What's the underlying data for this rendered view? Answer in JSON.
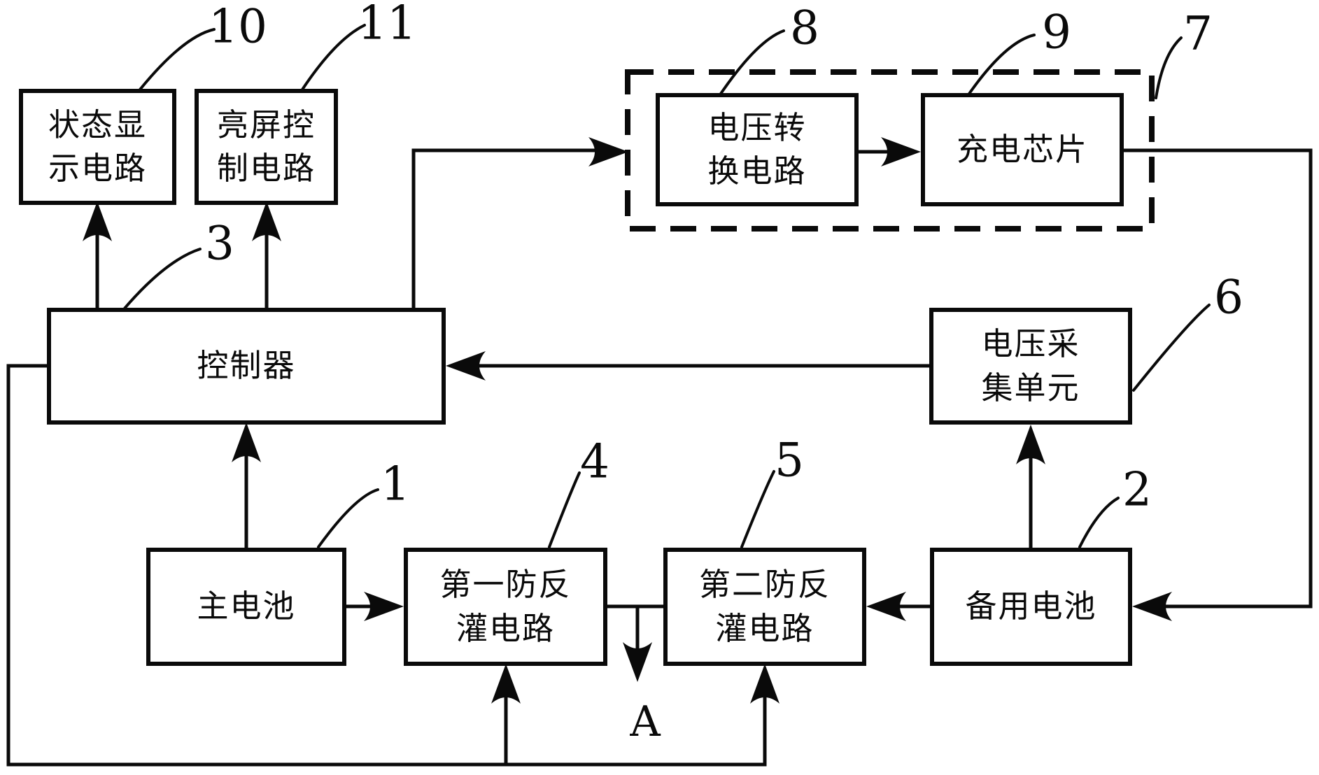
{
  "figure": {
    "type": "block-diagram",
    "description": "Dual battery power supply and charging control circuit block diagram",
    "colors": {
      "ink": "#0a0a0a",
      "background": "#ffffff"
    }
  },
  "boxes": {
    "status_display": {
      "line1": "状态显",
      "line2": "示电路",
      "ref": "10"
    },
    "screen_control": {
      "line1": "亮屏控",
      "line2": "制电路",
      "ref": "11"
    },
    "voltage_conversion": {
      "line1": "电压转",
      "line2": "换电路",
      "ref": "8"
    },
    "charging_chip": {
      "line1": "充电芯片",
      "ref": "9"
    },
    "charging_module": {
      "ref": "7"
    },
    "controller": {
      "line1": "控制器",
      "ref": "3"
    },
    "voltage_collection": {
      "line1": "电压采",
      "line2": "集单元",
      "ref": "6"
    },
    "main_battery": {
      "line1": "主电池",
      "ref": "1"
    },
    "first_antibackflow": {
      "line1": "第一防反",
      "line2": "灌电路",
      "ref": "4"
    },
    "second_antibackflow": {
      "line1": "第二防反",
      "line2": "灌电路",
      "ref": "5"
    },
    "backup_battery": {
      "line1": "备用电池",
      "ref": "2"
    }
  },
  "annotations": {
    "point_a": "A"
  }
}
